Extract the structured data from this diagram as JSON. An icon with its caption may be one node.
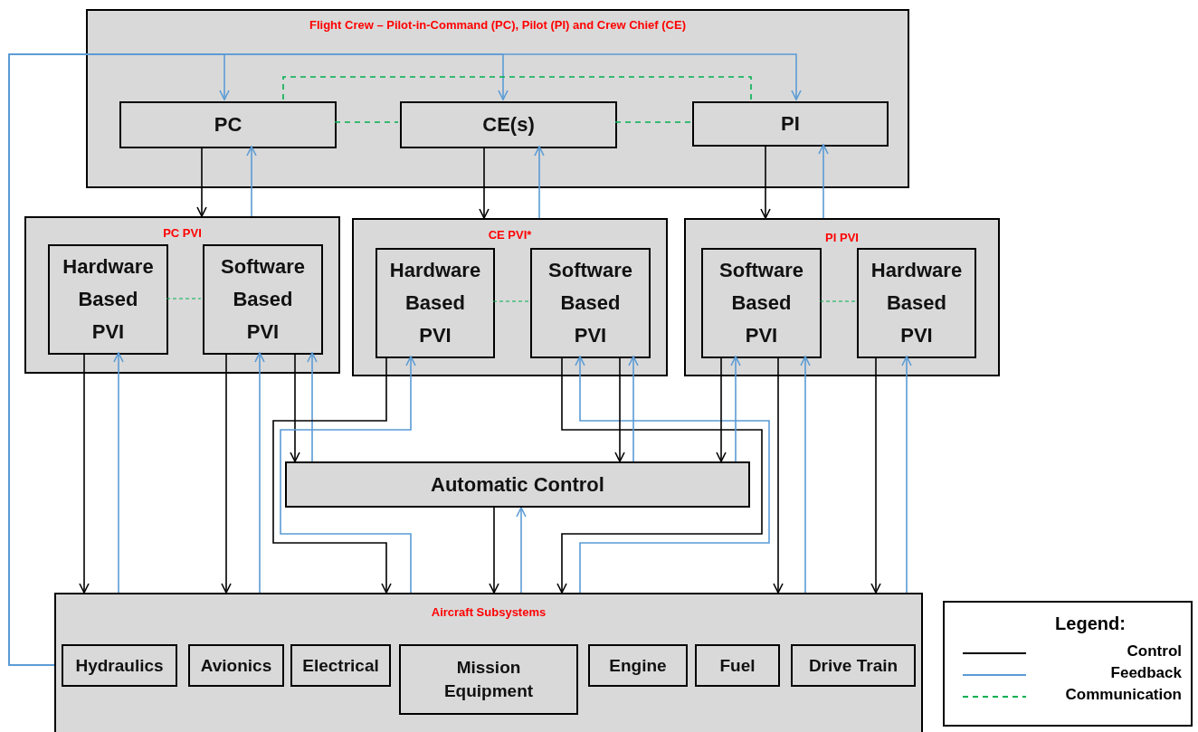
{
  "diagram": {
    "nodes": [
      {
        "text": [
          "Flight Crew – Pilot-in-Command (PC), Pilot (PI) and Crew Chief (CE)"
        ]
      },
      {
        "text": [
          "PC"
        ],
        "in": 0
      },
      {
        "text": [
          "CE(s)"
        ],
        "in": 0
      },
      {
        "text": [
          "PI"
        ],
        "in": 0
      },
      {
        "text": [
          "PC PVI"
        ]
      },
      {
        "text": [
          "Hardware Based PVI"
        ],
        "in": 4
      },
      {
        "text": [
          "Software Based PVI"
        ],
        "in": 4
      },
      {
        "text": [
          "CE PVI*"
        ]
      },
      {
        "text": [
          "Hardware Based PVI"
        ],
        "in": 7
      },
      {
        "text": [
          "Software Based PVI"
        ],
        "in": 7
      },
      {
        "text": [
          "PI PVI"
        ]
      },
      {
        "text": [
          "Software Based PVI"
        ],
        "in": 10
      },
      {
        "text": [
          "Hardware Based PVI"
        ],
        "in": 10
      },
      {
        "text": [
          "Automatic Control"
        ]
      },
      {
        "text": [
          "Aircraft Subsystems"
        ]
      },
      {
        "text": [
          "Hydraulics"
        ],
        "in": 14
      },
      {
        "text": [
          "Avionics"
        ],
        "in": 14
      },
      {
        "text": [
          "Electrical"
        ],
        "in": 14
      },
      {
        "text": [
          "Mission Equipment"
        ],
        "in": 14
      },
      {
        "text": [
          "Engine"
        ],
        "in": 14
      },
      {
        "text": [
          "Fuel"
        ],
        "in": 14
      },
      {
        "text": [
          "Drive Train"
        ],
        "in": 14
      }
    ],
    "edges": [
      {
        "from": 14,
        "to": 1,
        "arrow": "to",
        "color": "#5b9bd5"
      },
      {
        "from": 14,
        "to": 2,
        "arrow": "to",
        "color": "#5b9bd5"
      },
      {
        "from": 14,
        "to": 3,
        "arrow": "to",
        "color": "#5b9bd5"
      },
      {
        "from": 1,
        "to": 2,
        "arrow": "none",
        "style": "dashed",
        "color": "#00b050"
      },
      {
        "from": 2,
        "to": 3,
        "arrow": "none",
        "style": "dashed",
        "color": "#00b050"
      },
      {
        "from": 1,
        "to": 3,
        "arrow": "none",
        "style": "dashed",
        "color": "#00b050"
      },
      {
        "from": 1,
        "to": 4,
        "arrow": "to",
        "color": "#000000"
      },
      {
        "from": 4,
        "to": 1,
        "arrow": "to",
        "color": "#5b9bd5"
      },
      {
        "from": 2,
        "to": 7,
        "arrow": "to",
        "color": "#000000"
      },
      {
        "from": 7,
        "to": 2,
        "arrow": "to",
        "color": "#5b9bd5"
      },
      {
        "from": 3,
        "to": 10,
        "arrow": "to",
        "color": "#000000"
      },
      {
        "from": 10,
        "to": 3,
        "arrow": "to",
        "color": "#5b9bd5"
      },
      {
        "from": 5,
        "to": 6,
        "arrow": "none",
        "style": "dashed",
        "color": "#00b050"
      },
      {
        "from": 8,
        "to": 9,
        "arrow": "none",
        "style": "dashed",
        "color": "#00b050"
      },
      {
        "from": 11,
        "to": 12,
        "arrow": "none",
        "style": "dashed",
        "color": "#00b050"
      },
      {
        "from": 5,
        "to": 14,
        "arrow": "to",
        "color": "#000000"
      },
      {
        "from": 14,
        "to": 5,
        "arrow": "to",
        "color": "#5b9bd5"
      },
      {
        "from": 6,
        "to": 14,
        "arrow": "to",
        "color": "#000000"
      },
      {
        "from": 14,
        "to": 6,
        "arrow": "to",
        "color": "#5b9bd5"
      },
      {
        "from": 6,
        "to": 13,
        "arrow": "to",
        "color": "#000000"
      },
      {
        "from": 13,
        "to": 6,
        "arrow": "to",
        "color": "#5b9bd5"
      },
      {
        "from": 8,
        "to": 14,
        "arrow": "to",
        "color": "#000000"
      },
      {
        "from": 14,
        "to": 8,
        "arrow": "to",
        "color": "#5b9bd5"
      },
      {
        "from": 9,
        "to": 14,
        "arrow": "to",
        "color": "#000000"
      },
      {
        "from": 14,
        "to": 9,
        "arrow": "to",
        "color": "#5b9bd5"
      },
      {
        "from": 9,
        "to": 13,
        "arrow": "to",
        "color": "#000000"
      },
      {
        "from": 13,
        "to": 9,
        "arrow": "to",
        "color": "#5b9bd5"
      },
      {
        "from": 11,
        "to": 13,
        "arrow": "to",
        "color": "#000000"
      },
      {
        "from": 13,
        "to": 11,
        "arrow": "to",
        "color": "#5b9bd5"
      },
      {
        "from": 11,
        "to": 14,
        "arrow": "to",
        "color": "#000000"
      },
      {
        "from": 14,
        "to": 11,
        "arrow": "to",
        "color": "#5b9bd5"
      },
      {
        "from": 12,
        "to": 14,
        "arrow": "to",
        "color": "#000000"
      },
      {
        "from": 14,
        "to": 12,
        "arrow": "to",
        "color": "#5b9bd5"
      },
      {
        "from": 13,
        "to": 14,
        "arrow": "to",
        "color": "#000000"
      },
      {
        "from": 14,
        "to": 13,
        "arrow": "to",
        "color": "#5b9bd5"
      }
    ],
    "labels": [
      "Legend:"
    ],
    "legend": [
      {
        "text": "Control",
        "color": "#000000"
      },
      {
        "text": "Feedback",
        "color": "#5b9bd5"
      },
      {
        "text": "Communication",
        "color": "#00b050"
      }
    ]
  }
}
